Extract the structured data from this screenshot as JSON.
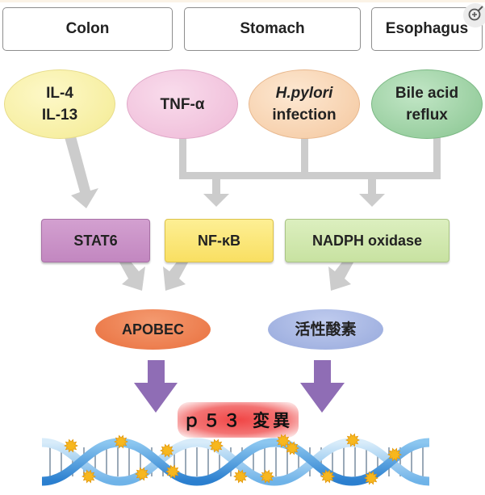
{
  "organs": [
    {
      "label": "Colon"
    },
    {
      "label": "Stomach"
    },
    {
      "label": "Esophagus"
    }
  ],
  "triggers": [
    {
      "line1": "IL-4",
      "line2": "IL-13",
      "color": "#f8f1a3"
    },
    {
      "line1": "TNF-α",
      "line2": "",
      "color": "#f2c6de"
    },
    {
      "line1": "H.pylori",
      "line2": "infection",
      "color": "#f7d6b4",
      "italic_line1": true
    },
    {
      "line1": "Bile acid",
      "line2": "reflux",
      "color": "#9fd1a6"
    }
  ],
  "mediators": [
    {
      "label": "STAT6",
      "color": "#c98dc6"
    },
    {
      "label": "NF-κB",
      "color": "#fbe679"
    },
    {
      "label": "NADPH oxidase",
      "color": "#cfe6a9"
    }
  ],
  "effectors": [
    {
      "label": "APOBEC",
      "color": "#ee8455"
    },
    {
      "label": "活性酸素",
      "color": "#a9b8e3"
    }
  ],
  "outcome": {
    "label": "ｐ５３ 変異"
  },
  "colors": {
    "arrow_gray": "#cccccc",
    "arrow_purple": "#8f6db5",
    "dna_blue": "#3b8fd6",
    "mutation_star": "#f7b71e"
  },
  "controls": {
    "zoom_icon": "zoom-in-icon"
  }
}
